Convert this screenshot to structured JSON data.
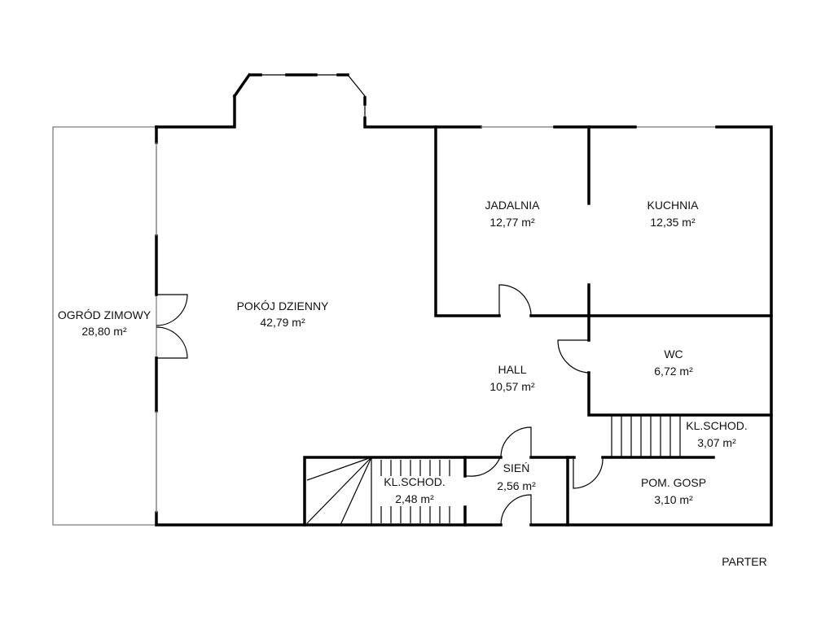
{
  "plan": {
    "floor_label": "PARTER",
    "rooms": [
      {
        "name": "OGRÓD ZIMOWY",
        "area": "28,80 m²"
      },
      {
        "name": "POKÓJ DZIENNY",
        "area": "42,79 m²"
      },
      {
        "name": "JADALNIA",
        "area": "12,77 m²"
      },
      {
        "name": "KUCHNIA",
        "area": "12,35 m²"
      },
      {
        "name": "HALL",
        "area": "10,57 m²"
      },
      {
        "name": "WC",
        "area": "6,72 m²"
      },
      {
        "name": "KL.SCHOD.",
        "area": "3,07 m²"
      },
      {
        "name": "POM. GOSP",
        "area": "3,10 m²"
      },
      {
        "name": "KL.SCHOD.",
        "area": "2,48 m²"
      },
      {
        "name": "SIEŃ",
        "area": "2,56 m²"
      }
    ]
  }
}
